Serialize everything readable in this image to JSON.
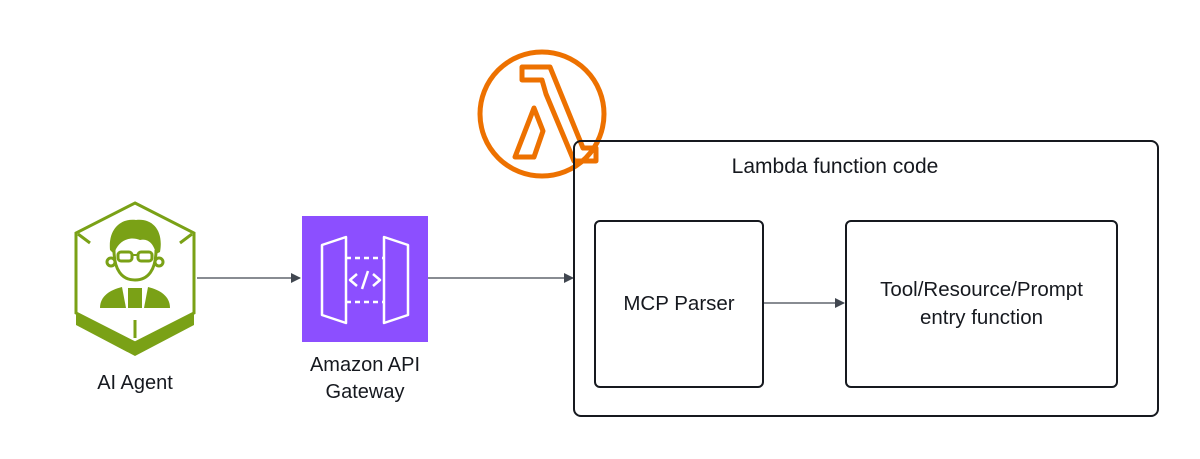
{
  "nodes": {
    "ai_agent": {
      "label": "AI Agent",
      "icon": "ai-agent-icon",
      "color": "#7aa116"
    },
    "api_gateway": {
      "label_line1": "Amazon API",
      "label_line2": "Gateway",
      "icon": "api-gateway-icon",
      "color": "#8c4fff"
    },
    "lambda": {
      "icon": "lambda-icon",
      "color": "#ed7100"
    },
    "lambda_container": {
      "label": "Lambda function code"
    },
    "mcp_parser": {
      "label": "MCP Parser"
    },
    "entry_function": {
      "label_line1": "Tool/Resource/Prompt",
      "label_line2": "entry function"
    }
  },
  "edges": [
    {
      "from": "AI Agent",
      "to": "Amazon API Gateway"
    },
    {
      "from": "Amazon API Gateway",
      "to": "Lambda function code"
    },
    {
      "from": "MCP Parser",
      "to": "Tool/Resource/Prompt entry function"
    }
  ]
}
